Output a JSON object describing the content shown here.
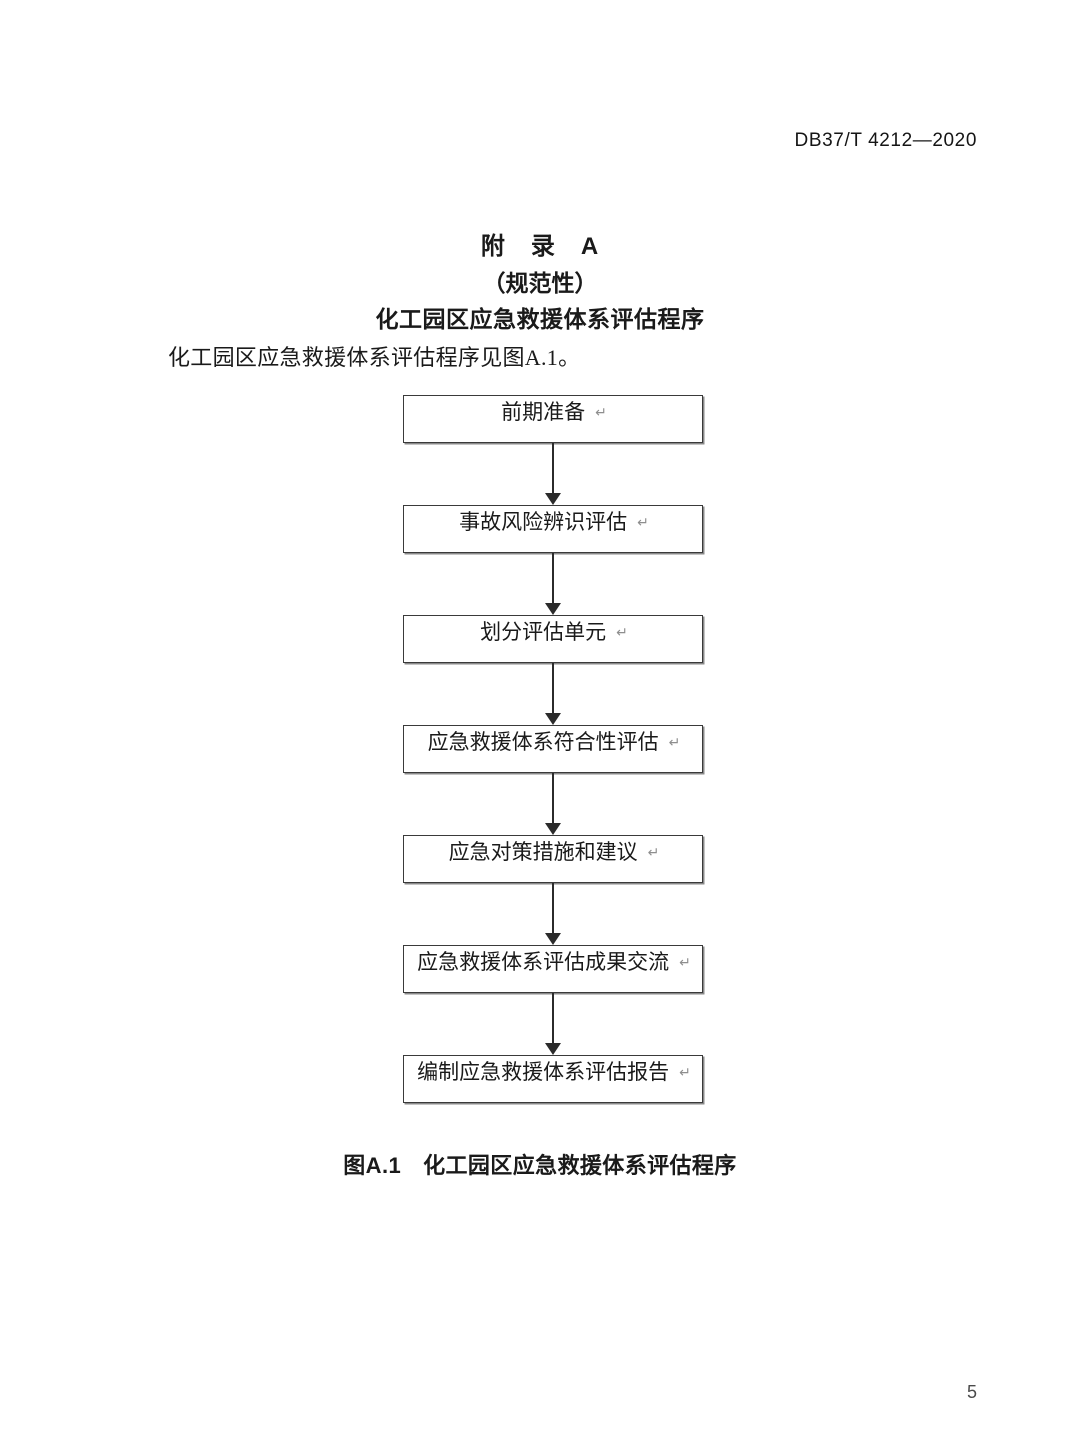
{
  "header": {
    "standard_number": "DB37/T 4212—2020"
  },
  "annex": {
    "label": "附　录　A",
    "kind": "（规范性）",
    "name": "化工园区应急救援体系评估程序"
  },
  "body": {
    "intro_paragraph": "化工园区应急救援体系评估程序见图A.1。"
  },
  "flowchart": {
    "type": "flowchart",
    "orientation": "vertical-top-down",
    "node_return_mark": "↵",
    "nodes": [
      {
        "label": "前期准备"
      },
      {
        "label": "事故风险辨识评估"
      },
      {
        "label": "划分评估单元"
      },
      {
        "label": "应急救援体系符合性评估"
      },
      {
        "label": "应急对策措施和建议"
      },
      {
        "label": "应急救援体系评估成果交流"
      },
      {
        "label": "编制应急救援体系评估报告"
      }
    ]
  },
  "figure": {
    "number": "图A.1",
    "title": "化工园区应急救援体系评估程序"
  },
  "footer": {
    "page_number": "5"
  },
  "colors": {
    "text": "#1a1a1a",
    "box_border": "#3a3a3a",
    "connector": "#2b2b2b",
    "return_mark": "#8e8e8e",
    "page": "#ffffff"
  }
}
